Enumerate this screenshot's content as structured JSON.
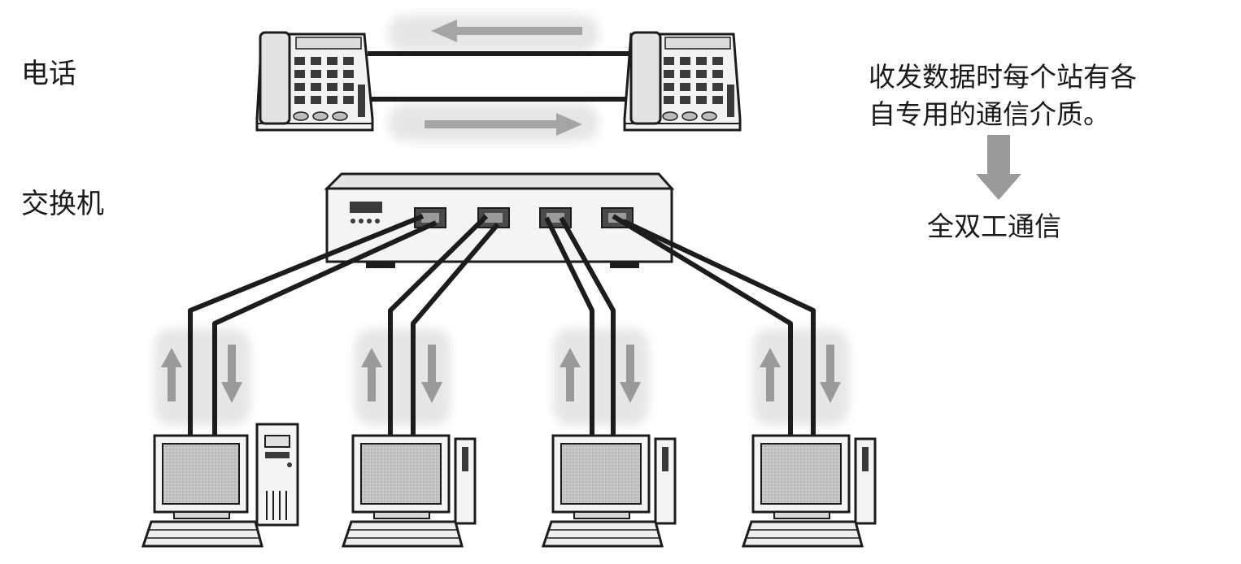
{
  "labels": {
    "phone": "电话",
    "switch": "交换机"
  },
  "description": {
    "line1": "收发数据时每个站有各",
    "line2": "自专用的通信介质。"
  },
  "result": "全双工通信",
  "colors": {
    "line": "#1c1c1c",
    "arrow": "#9a9a9a",
    "halo": "#ececec",
    "screen": "#bdbdbd",
    "device": "#f4f4f4"
  }
}
